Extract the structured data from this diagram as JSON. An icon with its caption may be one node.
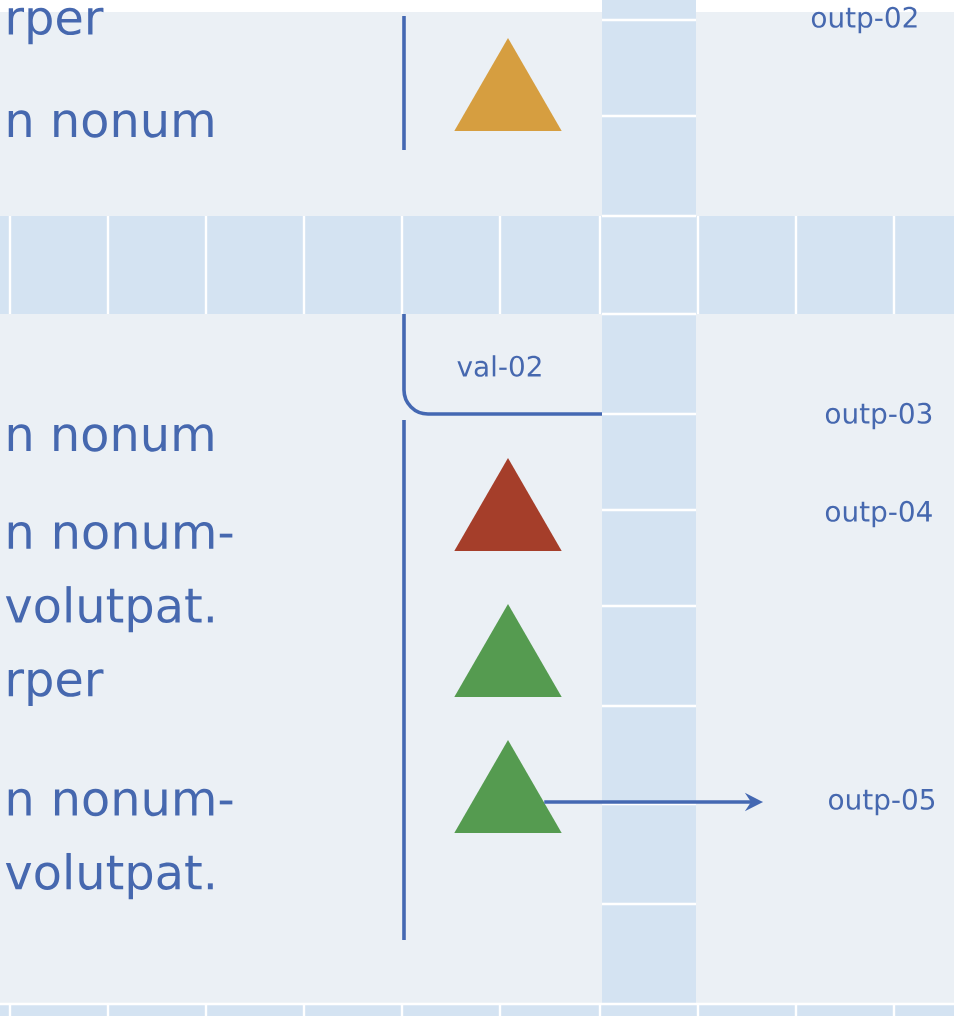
{
  "diagram": {
    "nodes": [
      {
        "text": [
          "val-02"
        ]
      },
      {
        "text": [],
        "shape": "triangle"
      },
      {
        "text": [],
        "shape": "triangle"
      },
      {
        "text": [],
        "shape": "triangle"
      },
      {
        "text": [],
        "shape": "triangle"
      },
      {
        "text": [
          "outp-05"
        ]
      }
    ],
    "edges": [
      {
        "from": 4,
        "to": 5,
        "arrow": "to"
      }
    ],
    "labels": [
      "rper",
      "outp-02",
      "n nonum",
      "n nonum",
      "n nonum- volutpat. rper",
      "outp-03",
      "outp-04",
      "n nonum- volutpat."
    ]
  }
}
